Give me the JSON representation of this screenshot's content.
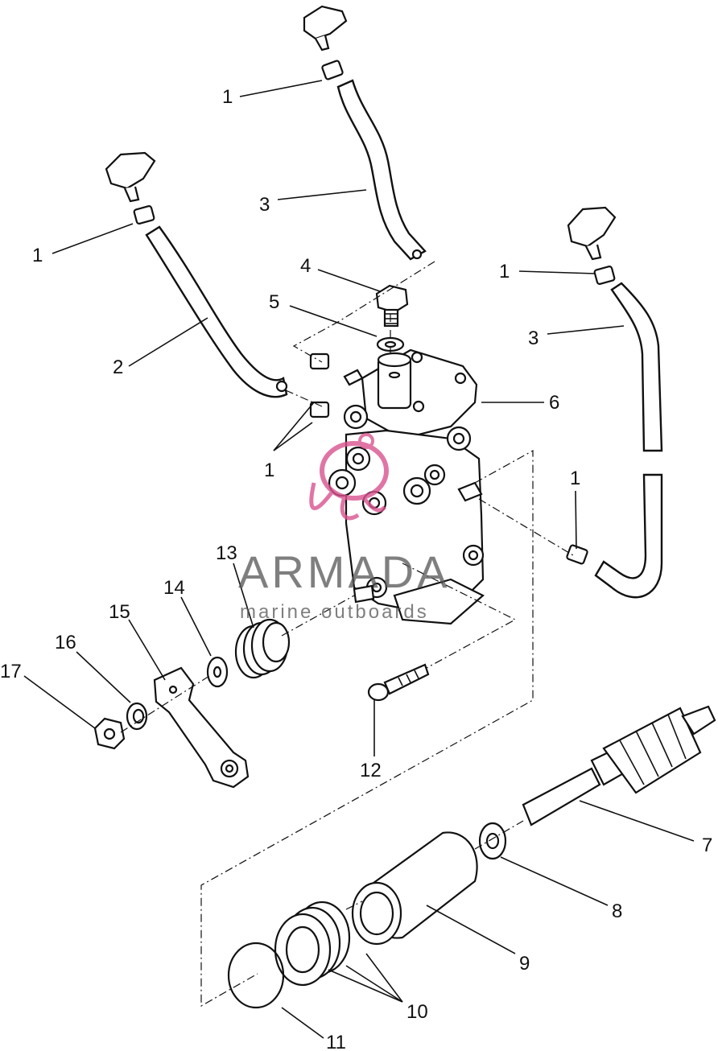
{
  "callouts": [
    {
      "id": "c1a",
      "text": "1"
    },
    {
      "id": "c1b",
      "text": "1"
    },
    {
      "id": "c1c",
      "text": "1"
    },
    {
      "id": "c1d",
      "text": "1"
    },
    {
      "id": "c1e",
      "text": "1"
    },
    {
      "id": "c2",
      "text": "2"
    },
    {
      "id": "c3a",
      "text": "3"
    },
    {
      "id": "c3b",
      "text": "3"
    },
    {
      "id": "c4",
      "text": "4"
    },
    {
      "id": "c5",
      "text": "5"
    },
    {
      "id": "c6",
      "text": "6"
    },
    {
      "id": "c7",
      "text": "7"
    },
    {
      "id": "c8",
      "text": "8"
    },
    {
      "id": "c9",
      "text": "9"
    },
    {
      "id": "c10",
      "text": "10"
    },
    {
      "id": "c11",
      "text": "11"
    },
    {
      "id": "c12",
      "text": "12"
    },
    {
      "id": "c13",
      "text": "13"
    },
    {
      "id": "c14",
      "text": "14"
    },
    {
      "id": "c15",
      "text": "15"
    },
    {
      "id": "c16",
      "text": "16"
    },
    {
      "id": "c17",
      "text": "17"
    }
  ],
  "watermark": {
    "brand": "ARMADA",
    "tagline": "marine outboards",
    "color": "#d9538f"
  }
}
